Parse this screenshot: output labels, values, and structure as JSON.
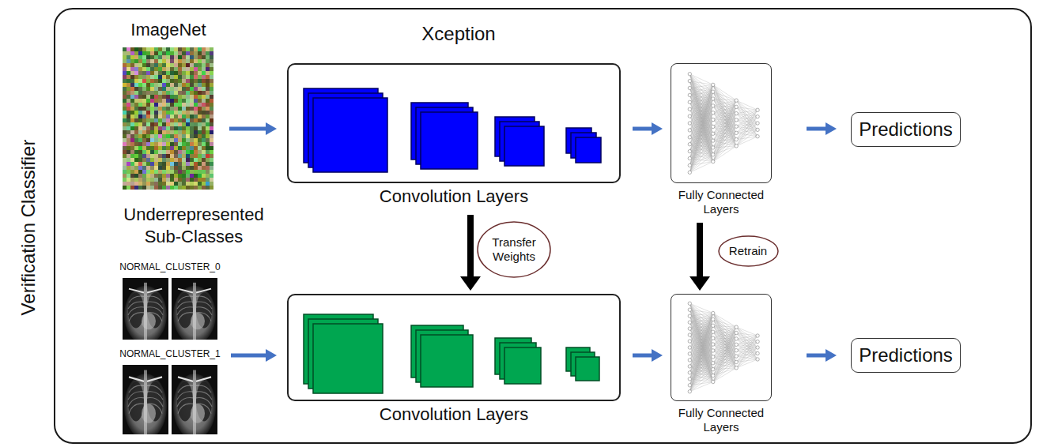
{
  "diagram": {
    "nodes": [
      {
        "text": [
          "Verification Classifier"
        ]
      },
      {
        "text": [
          "ImageNet"
        ],
        "in": 0
      },
      {
        "text": [
          "Convolution Layers"
        ],
        "in": 0
      },
      {
        "text": [
          "Fully Connected Layers"
        ],
        "in": 0
      },
      {
        "text": [
          "Predictions"
        ],
        "in": 0
      },
      {
        "text": [
          "Transfer Weights"
        ],
        "in": 0
      },
      {
        "text": [
          "Retrain"
        ],
        "in": 0
      },
      {
        "text": [
          "NORMAL_CLUSTER_0",
          "NORMAL_CLUSTER_1"
        ],
        "in": 0
      },
      {
        "text": [
          "Convolution Layers"
        ],
        "in": 0
      },
      {
        "text": [
          "Fully Connected Layers"
        ],
        "in": 0
      },
      {
        "text": [
          "Predictions"
        ],
        "in": 0
      }
    ],
    "edges": [
      {
        "from": 1,
        "to": 2,
        "arrow": "to"
      },
      {
        "from": 2,
        "to": 3,
        "arrow": "to"
      },
      {
        "from": 3,
        "to": 4,
        "arrow": "to"
      },
      {
        "from": 7,
        "to": 8,
        "arrow": "to"
      },
      {
        "from": 8,
        "to": 9,
        "arrow": "to"
      },
      {
        "from": 9,
        "to": 10,
        "arrow": "to"
      },
      {
        "from": 2,
        "to": 8,
        "arrow": "to"
      },
      {
        "from": 3,
        "to": 9,
        "arrow": "to"
      }
    ],
    "labels": [
      "Xception",
      "Underrepresented Sub-Classes"
    ]
  }
}
